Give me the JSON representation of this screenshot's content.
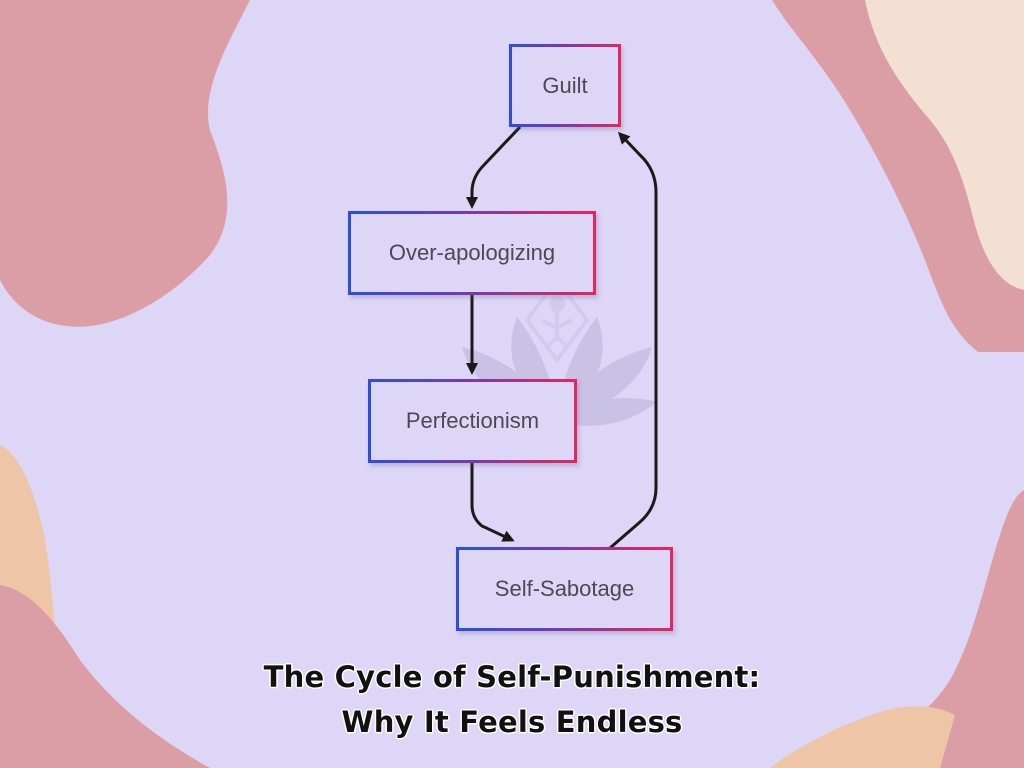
{
  "diagram": {
    "nodes": [
      {
        "id": "guilt",
        "label": "Guilt"
      },
      {
        "id": "over_apologizing",
        "label": "Over-apologizing"
      },
      {
        "id": "perfectionism",
        "label": "Perfectionism"
      },
      {
        "id": "self_sabotage",
        "label": "Self-Sabotage"
      }
    ],
    "edges": [
      {
        "from": "guilt",
        "to": "over_apologizing"
      },
      {
        "from": "over_apologizing",
        "to": "perfectionism"
      },
      {
        "from": "perfectionism",
        "to": "self_sabotage"
      },
      {
        "from": "self_sabotage",
        "to": "guilt"
      }
    ]
  },
  "title": {
    "line1": "The Cycle of Self-Punishment:",
    "line2": "Why It Feels Endless"
  },
  "colors": {
    "background": "#ddd6f6",
    "blob_pink": "#dc9ea6",
    "blob_peach": "#f3e0d3",
    "blob_tan": "#efc5a7",
    "border_start": "#2d4fd6",
    "border_end": "#e8245e",
    "arrow": "#1a1a1a"
  },
  "watermark_icon": "lotus-meditation-icon"
}
